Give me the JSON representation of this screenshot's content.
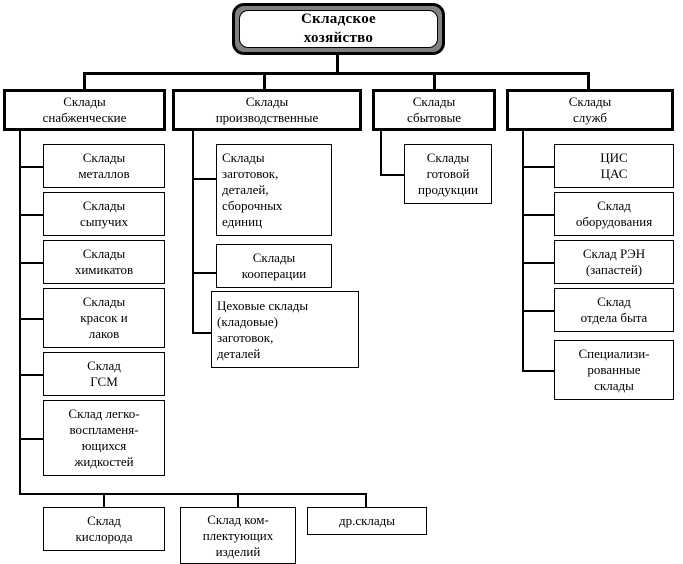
{
  "diagram": {
    "title_box": {
      "lines": [
        "Складское",
        "хозяйство"
      ]
    },
    "level2": [
      {
        "id": "supply",
        "lines": [
          "Склады",
          "снабженческие"
        ]
      },
      {
        "id": "production",
        "lines": [
          "Склады",
          "производственные"
        ]
      },
      {
        "id": "sales",
        "lines": [
          "Склады",
          "сбытовые"
        ]
      },
      {
        "id": "services",
        "lines": [
          "Склады",
          "служб"
        ]
      }
    ],
    "supply_children": [
      {
        "id": "metals",
        "lines": [
          "Склады",
          "металлов"
        ]
      },
      {
        "id": "bulk",
        "lines": [
          "Склады",
          "сыпучих"
        ]
      },
      {
        "id": "chemicals",
        "lines": [
          "Склады",
          "химикатов"
        ]
      },
      {
        "id": "paints",
        "lines": [
          "Склады",
          "красок и",
          "лаков"
        ]
      },
      {
        "id": "fuel",
        "lines": [
          "Склад",
          "ГСМ"
        ]
      },
      {
        "id": "flammable",
        "lines": [
          "Склад легко-",
          "воспламеня-",
          "ющихся",
          "жидкостей"
        ]
      }
    ],
    "production_children": [
      {
        "id": "blanks",
        "lines": [
          "Склады",
          "заготовок,",
          "деталей,",
          "сборочных",
          "единиц"
        ]
      },
      {
        "id": "cooperation",
        "lines": [
          "Склады",
          "кооперации"
        ]
      },
      {
        "id": "shop",
        "lines": [
          "Цеховые склады",
          "(кладовые)",
          "заготовок,",
          "деталей"
        ]
      }
    ],
    "sales_children": [
      {
        "id": "finished",
        "lines": [
          "Склады",
          "готовой",
          "продукции"
        ]
      }
    ],
    "services_children": [
      {
        "id": "cis-cas",
        "lines": [
          "ЦИС",
          "ЦАС"
        ]
      },
      {
        "id": "equipment",
        "lines": [
          "Склад",
          "оборудования"
        ]
      },
      {
        "id": "ren",
        "lines": [
          "Склад РЭН",
          "(запастей)"
        ]
      },
      {
        "id": "welfare",
        "lines": [
          "Склад",
          "отдела быта"
        ]
      },
      {
        "id": "specialized",
        "lines": [
          "Специализи-",
          "рованные",
          "склады"
        ]
      }
    ],
    "bottom_row": [
      {
        "id": "oxygen",
        "lines": [
          "Склад",
          "кислорода"
        ]
      },
      {
        "id": "components",
        "lines": [
          "Склад ком-",
          "плектующих",
          "изделий"
        ]
      },
      {
        "id": "other",
        "lines": [
          "др.склады"
        ]
      }
    ],
    "colors": {
      "line": "#000000",
      "box_fill": "#ffffff",
      "root_band": "#808080",
      "background": "#ffffff"
    }
  }
}
